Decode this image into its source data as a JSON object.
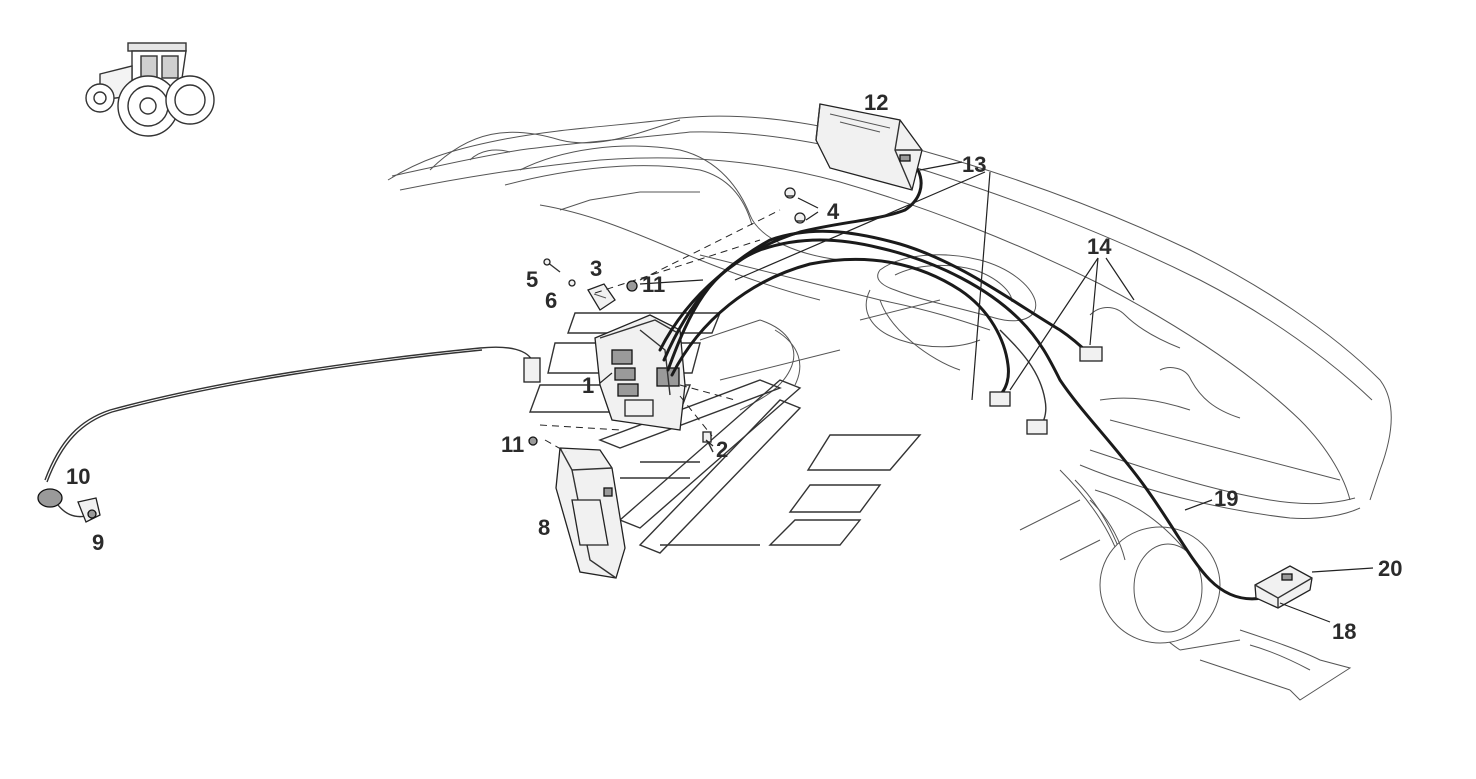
{
  "callouts": {
    "c1": "1",
    "c2": "2",
    "c3": "3",
    "c4": "4",
    "c5": "5",
    "c6": "6",
    "c8": "8",
    "c9": "9",
    "c10": "10",
    "c11a": "11",
    "c11b": "11",
    "c12": "12",
    "c13": "13",
    "c14": "14",
    "c18": "18",
    "c19": "19",
    "c20": "20"
  },
  "icons": {
    "vehicle": "tractor-icon"
  }
}
